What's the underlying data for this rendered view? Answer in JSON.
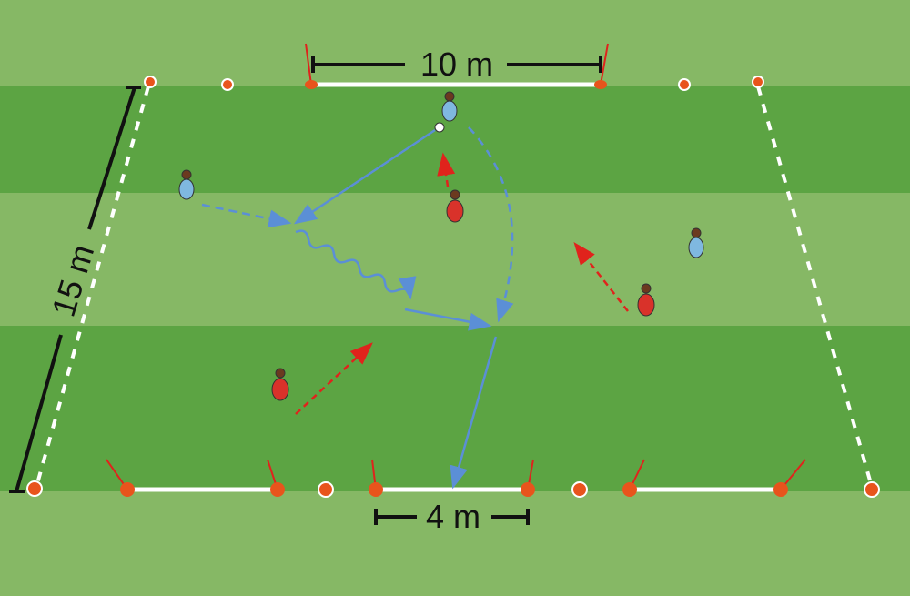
{
  "labels": {
    "width_top": "10 m",
    "length_side": "15 m",
    "goal_width": "4 m"
  },
  "colors": {
    "field_light": "#86b865",
    "field_dark": "#5ca443",
    "team_blue": "#7fb8e0",
    "team_red": "#d9322a",
    "pass_arrow": "#5b8fd6",
    "run_arrow": "#e0231c",
    "cone": "#e8541c"
  }
}
